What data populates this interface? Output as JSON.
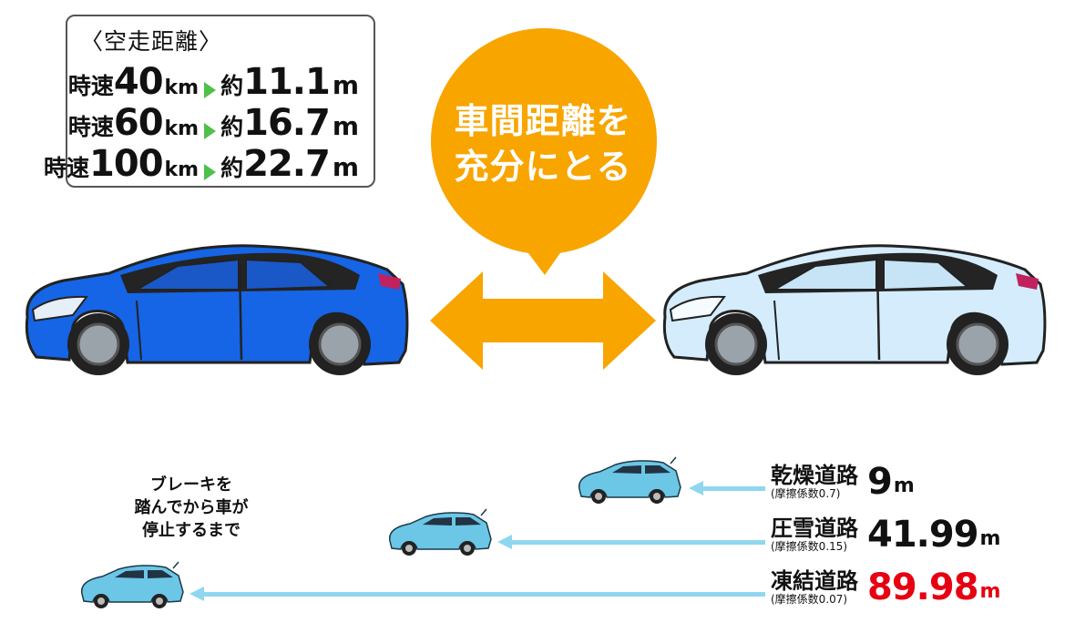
{
  "speed_box": {
    "title": "〈空走距離〉",
    "rows": [
      {
        "label": "時速",
        "speed": "40",
        "speed_unit": "km",
        "approx": "約",
        "distance": "11.1",
        "distance_unit": "m"
      },
      {
        "label": "時速",
        "speed": "60",
        "speed_unit": "km",
        "approx": "約",
        "distance": "16.7",
        "distance_unit": "m"
      },
      {
        "label": "時速",
        "speed": "100",
        "speed_unit": "km",
        "approx": "約",
        "distance": "22.7",
        "distance_unit": "m"
      }
    ]
  },
  "bubble": {
    "line1": "車間距離を",
    "line2": "充分にとる",
    "color": "#f8a500"
  },
  "arrow_color": "#f8a500",
  "braking_note": {
    "line1": "ブレーキを",
    "line2": "踏んでから車が",
    "line3": "停止するまで"
  },
  "roads": [
    {
      "name": "乾燥道路",
      "coefficient": "(摩擦係数0.7)",
      "distance": "9",
      "unit": "m",
      "color": "#111111"
    },
    {
      "name": "圧雪道路",
      "coefficient": "(摩擦係数0.15)",
      "distance": "41.99",
      "unit": "m",
      "color": "#111111"
    },
    {
      "name": "凍結道路",
      "coefficient": "(摩擦係数0.07)",
      "distance": "89.98",
      "unit": "m",
      "color": "#e60012"
    }
  ],
  "colors": {
    "front_car": "#1565e6",
    "rear_car": "#d4ecfb",
    "small_car": "#6cc6e6",
    "stop_line": "#8fd7ef"
  }
}
